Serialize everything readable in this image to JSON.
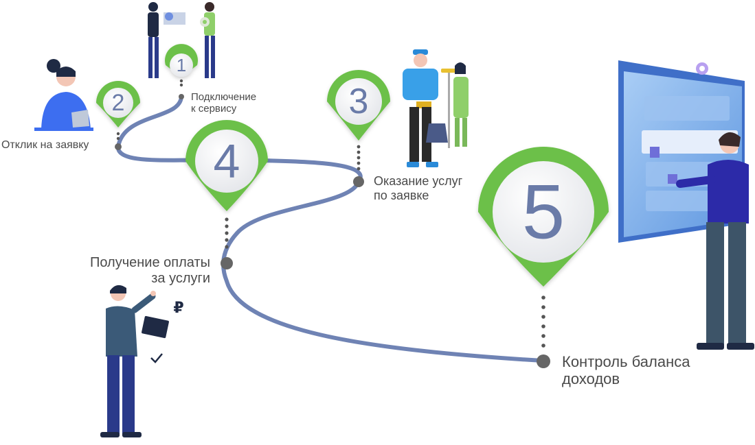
{
  "steps": [
    {
      "number": "1",
      "label_lines": [
        "Подключение",
        "к сервису"
      ]
    },
    {
      "number": "2",
      "label_lines": [
        "Отклик на заявку"
      ]
    },
    {
      "number": "3",
      "label_lines": [
        "Оказание услуг",
        "по заявке"
      ]
    },
    {
      "number": "4",
      "label_lines": [
        "Получение оплаты",
        "за услуги"
      ]
    },
    {
      "number": "5",
      "label_lines": [
        "Контроль баланса",
        "доходов"
      ]
    }
  ],
  "currency_symbol": "₽",
  "colors": {
    "path": "#6f83b4",
    "pin_green": "#6cc04a",
    "pin_inner": "#f2f3f5",
    "number": "#6a7ba8",
    "node": "#666666",
    "label": "#4a4a4a"
  }
}
